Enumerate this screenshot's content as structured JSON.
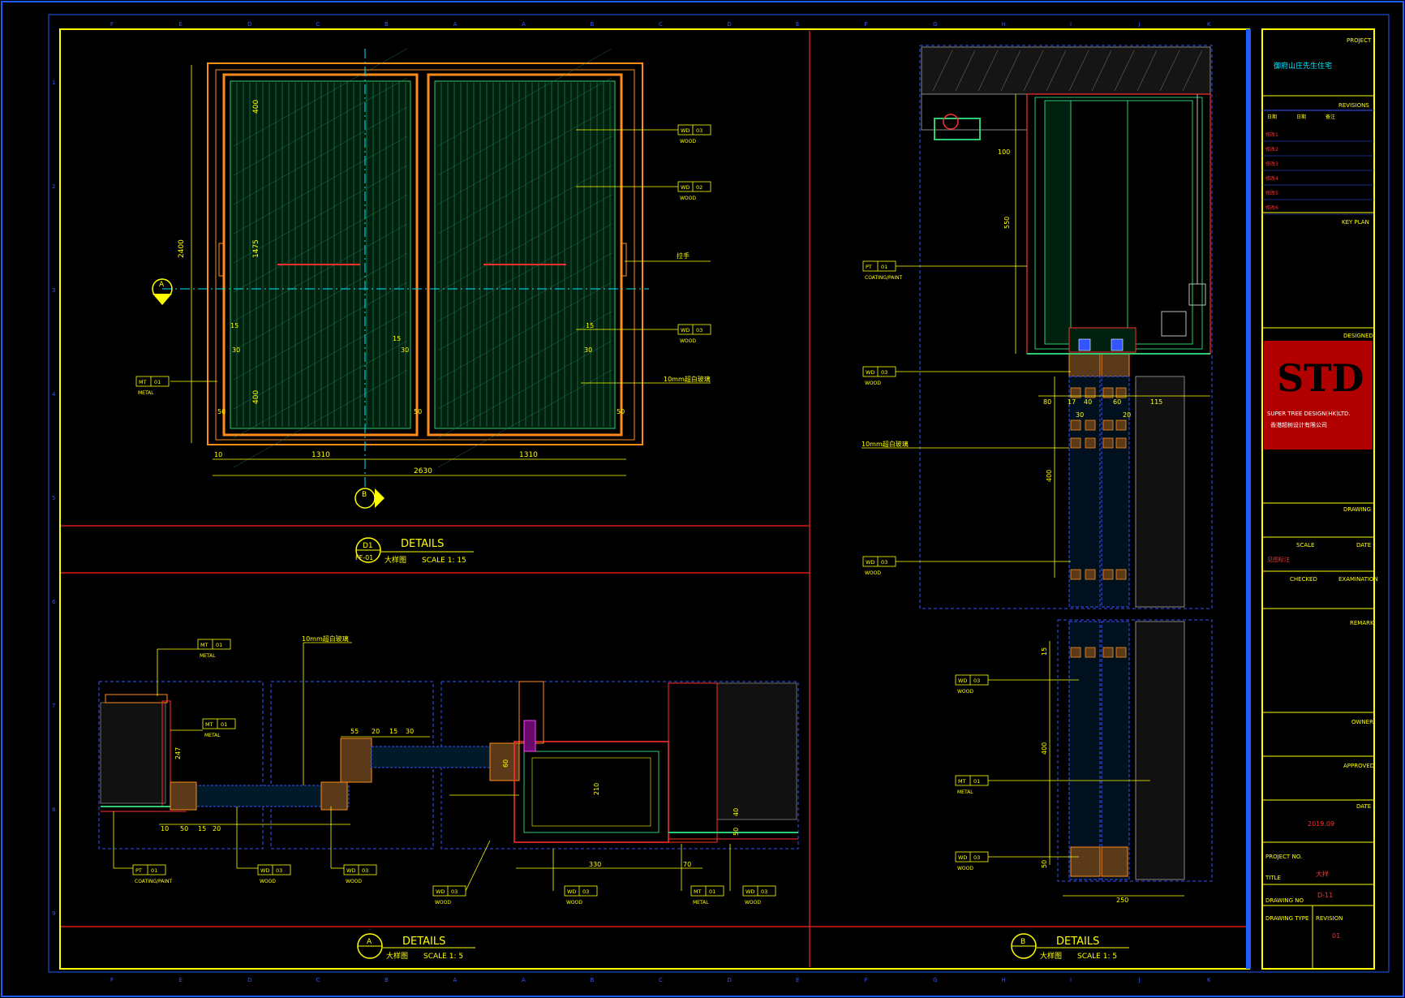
{
  "top_grid": [
    "F",
    "E",
    "D",
    "C",
    "B",
    "A",
    "A",
    "B",
    "C",
    "D",
    "E",
    "F",
    "G",
    "H",
    "I",
    "J",
    "K"
  ],
  "left_grid": [
    "1",
    "2",
    "3",
    "4",
    "5",
    "6",
    "7",
    "8",
    "9"
  ],
  "dims": {
    "d_2400": "2400",
    "d_1310a": "1310",
    "d_1310b": "1310",
    "d_2630": "2630",
    "d_400": "400",
    "d_1475": "1475",
    "d_10": "10",
    "d_15": "15",
    "d_30": "30",
    "d_50": "50",
    "d_100": "100",
    "d_550": "550",
    "d_80": "80",
    "d_40": "40",
    "d_60": "60",
    "d_115": "115",
    "d_17": "17",
    "d_250": "250",
    "d_330": "330",
    "d_70": "70",
    "d_210": "210",
    "d_247": "247",
    "d_55": "55",
    "d_20": "20"
  },
  "tags": {
    "wd03": "03",
    "wd02": "02",
    "mt01": "01",
    "pt01": "01",
    "wd": "WD",
    "mt": "MT",
    "pt": "PT"
  },
  "materials": {
    "wood": "WOOD",
    "metal": "METAL",
    "coating": "COATING/PAINT",
    "glass": "10mm超白玻璃",
    "handle": "拉手"
  },
  "views": {
    "d1": {
      "marker": "D1",
      "title": "DETAILS",
      "ref": "FF-01",
      "subtitle": "大样图",
      "scale": "SCALE  1:  15"
    },
    "a": {
      "marker": "A",
      "title": "DETAILS",
      "subtitle": "大样图",
      "scale": "SCALE  1:  5"
    },
    "b": {
      "marker": "B",
      "title": "DETAILS",
      "subtitle": "大样图",
      "scale": "SCALE  1:  5"
    },
    "sec_a": "A",
    "sec_b": "B"
  },
  "title_block": {
    "project_label": "PROJECT",
    "project_name": "御府山庄先生住宅",
    "revisions_label": "REVISIONS",
    "rev_cols": [
      "日期",
      "日期",
      "备注"
    ],
    "rev_rows": [
      "修改1",
      "修改2",
      "修改3",
      "修改4",
      "修改5",
      "修改6"
    ],
    "key_plan": "KEY PLAN",
    "designed": "DESIGNED",
    "logo": "STD",
    "company_en": "SUPER TREE DESIGN(HK)LTD.",
    "company_cn": "香港超树设计有限公司",
    "drawing_label": "DRAWING",
    "scale_label": "SCALE",
    "date_label": "DATE",
    "scale_value": "见图标注",
    "checked": "CHECKED",
    "examination": "EXAMINATION",
    "remark": "REMARK",
    "owner": "OWNER",
    "approved": "APPROVED",
    "date2_label": "DATE",
    "date_value": "2019.09",
    "project_no": "PROJECT NO.",
    "title_label": "TITLE",
    "title_value": "大样",
    "drawing_no": "DRAWING NO",
    "drawing_no_value": "D-11",
    "drawing_type": "DRAWING TYPE",
    "revision": "REVISION",
    "revision_value": "01"
  }
}
